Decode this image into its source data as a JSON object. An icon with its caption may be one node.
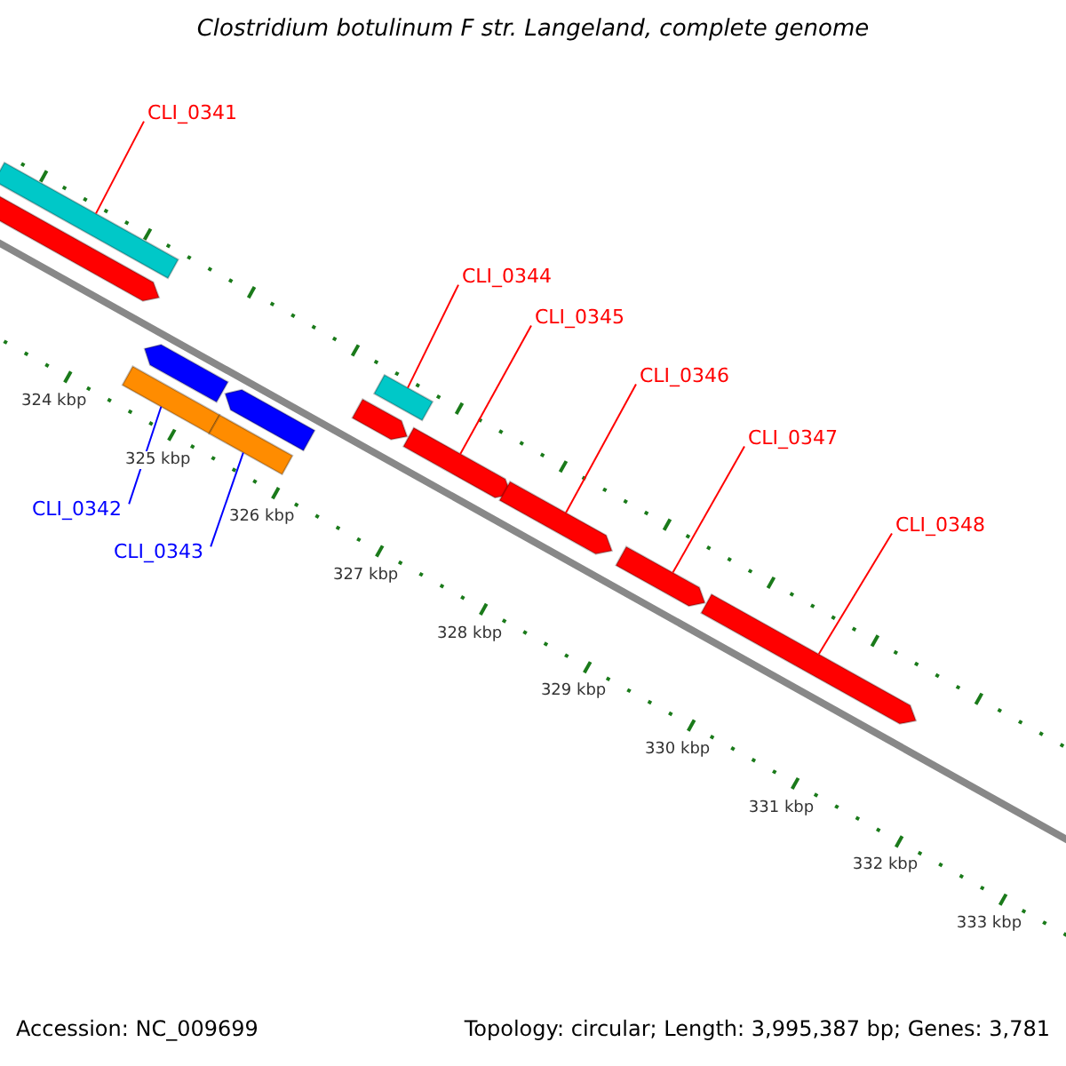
{
  "diagram": {
    "title": "Clostridium botulinum F str. Langeland, complete genome",
    "nodes": [
      {
        "text": [
          "CLI_0341"
        ]
      },
      {
        "text": [
          "CLI_0342"
        ]
      },
      {
        "text": [
          "CLI_0343"
        ]
      },
      {
        "text": [
          "CLI_0344"
        ]
      },
      {
        "text": [
          "CLI_0345"
        ]
      },
      {
        "text": [
          "CLI_0346"
        ]
      },
      {
        "text": [
          "CLI_0347"
        ]
      },
      {
        "text": [
          "CLI_0348"
        ]
      },
      {
        "text": [],
        "shape": "box"
      },
      {
        "text": [],
        "shape": "bar"
      },
      {
        "text": [],
        "shape": "box"
      },
      {
        "text": [],
        "shape": "bar"
      },
      {
        "text": [],
        "shape": "box"
      },
      {
        "text": [],
        "shape": "bar"
      },
      {
        "text": [],
        "shape": "bar"
      },
      {
        "text": [],
        "shape": "box"
      },
      {
        "text": [],
        "shape": "bar"
      },
      {
        "text": [],
        "shape": "bar"
      },
      {
        "text": [],
        "shape": "bar"
      },
      {
        "text": [],
        "shape": "bar"
      }
    ],
    "edges": [
      {
        "from": 0,
        "to": 8,
        "arrow": "none"
      },
      {
        "from": 1,
        "to": 10,
        "arrow": "none",
        "color": "#0000ff"
      },
      {
        "from": 2,
        "to": 12,
        "arrow": "none",
        "color": "#0000ff"
      },
      {
        "from": 3,
        "to": 15,
        "arrow": "none"
      },
      {
        "from": 4,
        "to": 16,
        "arrow": "none"
      },
      {
        "from": 5,
        "to": 17,
        "arrow": "none"
      },
      {
        "from": 6,
        "to": 18,
        "arrow": "none"
      },
      {
        "from": 7,
        "to": 19,
        "arrow": "none"
      }
    ],
    "labels": [
      "324 kbp",
      "325 kbp",
      "326 kbp",
      "327 kbp",
      "328 kbp",
      "329 kbp",
      "330 kbp",
      "331 kbp",
      "332 kbp",
      "333 kbp",
      "Accession: NC_009699",
      "Topology: circular; Length: 3,995,387 bp; Genes: 3,781"
    ]
  }
}
